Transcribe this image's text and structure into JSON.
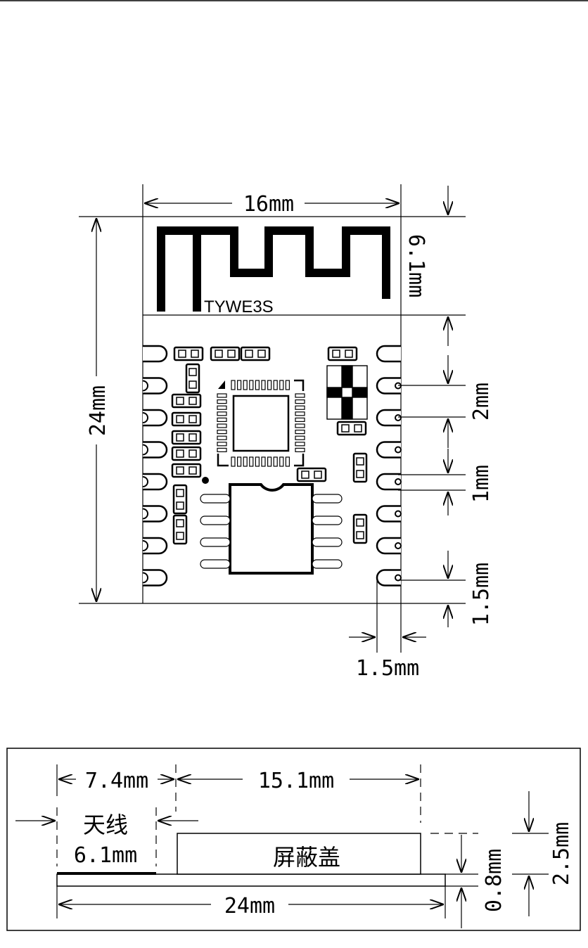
{
  "top_view": {
    "model": "TYWE3S",
    "width_label": "16mm",
    "height_label": "24mm",
    "antenna_height_label": "6.1mm",
    "pin_pitch_label": "2mm",
    "pad_width_label": "1mm",
    "bottom_margin_label": "1.5mm",
    "pad_length_label": "1.5mm"
  },
  "side_view": {
    "antenna_offset_label": "7.4mm",
    "shield_length_label": "15.1mm",
    "antenna_text": "天线",
    "antenna_length_label": "6.1mm",
    "shield_text": "屏蔽盖",
    "board_length_label": "24mm",
    "board_thickness_label": "0.8mm",
    "total_height_label": "2.5mm"
  }
}
